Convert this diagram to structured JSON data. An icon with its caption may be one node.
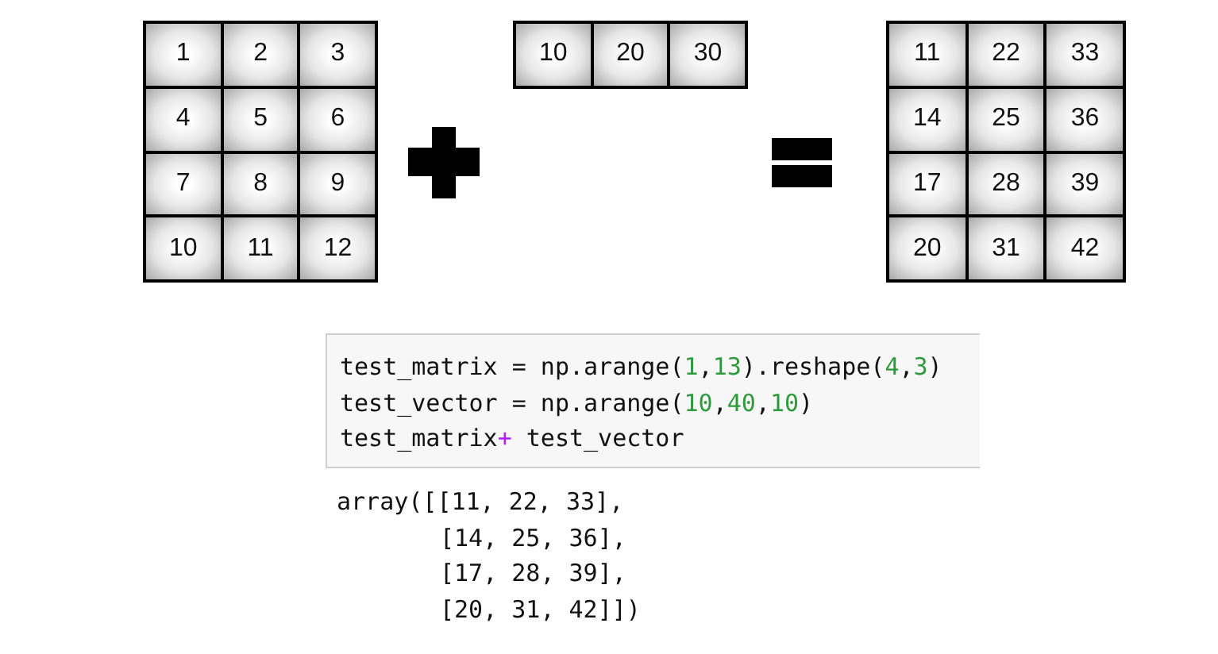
{
  "diagram": {
    "nodes": [
      {
        "text": [
          "1"
        ]
      },
      {
        "text": [
          "2"
        ]
      },
      {
        "text": [
          "3"
        ]
      },
      {
        "text": [
          "4"
        ]
      },
      {
        "text": [
          "5"
        ]
      },
      {
        "text": [
          "6"
        ]
      },
      {
        "text": [
          "7"
        ]
      },
      {
        "text": [
          "8"
        ]
      },
      {
        "text": [
          "9"
        ]
      },
      {
        "text": [
          "10"
        ]
      },
      {
        "text": [
          "11"
        ]
      },
      {
        "text": [
          "12"
        ]
      },
      {
        "text": [
          "10"
        ]
      },
      {
        "text": [
          "20"
        ]
      },
      {
        "text": [
          "30"
        ]
      },
      {
        "text": [
          "11"
        ]
      },
      {
        "text": [
          "22"
        ]
      },
      {
        "text": [
          "33"
        ]
      },
      {
        "text": [
          "14"
        ]
      },
      {
        "text": [
          "25"
        ]
      },
      {
        "text": [
          "36"
        ]
      },
      {
        "text": [
          "17"
        ]
      },
      {
        "text": [
          "28"
        ]
      },
      {
        "text": [
          "39"
        ]
      },
      {
        "text": [
          "20"
        ]
      },
      {
        "text": [
          "31"
        ]
      },
      {
        "text": [
          "42"
        ]
      },
      {
        "text": [
          "test_matrix = np.arange(1,13).reshape(4,3)",
          "test_vector = np.arange(10,40,10)",
          "test_matrix+ test_vector"
        ]
      }
    ],
    "labels": [
      "array([[11, 22, 33],",
      "[14, 25, 36],",
      "[17, 28, 39],",
      "[20, 31, 42]])"
    ]
  }
}
